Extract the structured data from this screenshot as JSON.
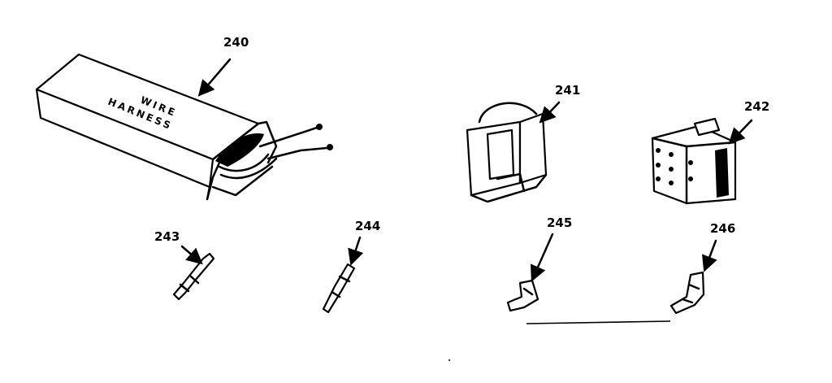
{
  "parts": [
    {
      "number": "240",
      "name": "wire-harness-box",
      "box_text": [
        "WIRE",
        "HARNESS"
      ]
    },
    {
      "number": "241",
      "name": "connector-housing-a"
    },
    {
      "number": "242",
      "name": "connector-housing-b"
    },
    {
      "number": "243",
      "name": "terminal-a"
    },
    {
      "number": "244",
      "name": "terminal-b"
    },
    {
      "number": "245",
      "name": "terminal-c"
    },
    {
      "number": "246",
      "name": "terminal-d"
    }
  ],
  "colors": {
    "ink": "#000000",
    "paper": "#ffffff"
  }
}
